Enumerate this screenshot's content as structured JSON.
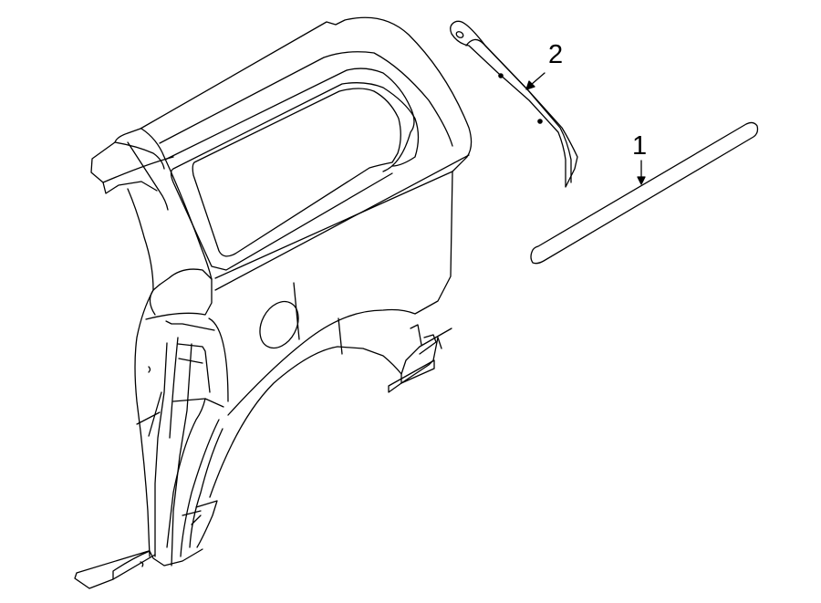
{
  "diagram": {
    "type": "exploded parts diagram",
    "subject": "Rear quarter panel (side body) with exterior moldings",
    "background_color": "#ffffff",
    "line_color": "#000000"
  },
  "callouts": [
    {
      "id": "1",
      "label": "1",
      "part": "lower body side molding strip",
      "arrow": "down"
    },
    {
      "id": "2",
      "label": "2",
      "part": "upper quarter window / roof-side molding",
      "arrow": "down-left"
    }
  ],
  "parts": [
    {
      "name": "quarter-panel",
      "features": [
        "quarter window opening",
        "fuel filler door opening",
        "rear wheel arch",
        "lower rocker flange"
      ]
    },
    {
      "name": "molding-1"
    },
    {
      "name": "molding-2"
    }
  ]
}
